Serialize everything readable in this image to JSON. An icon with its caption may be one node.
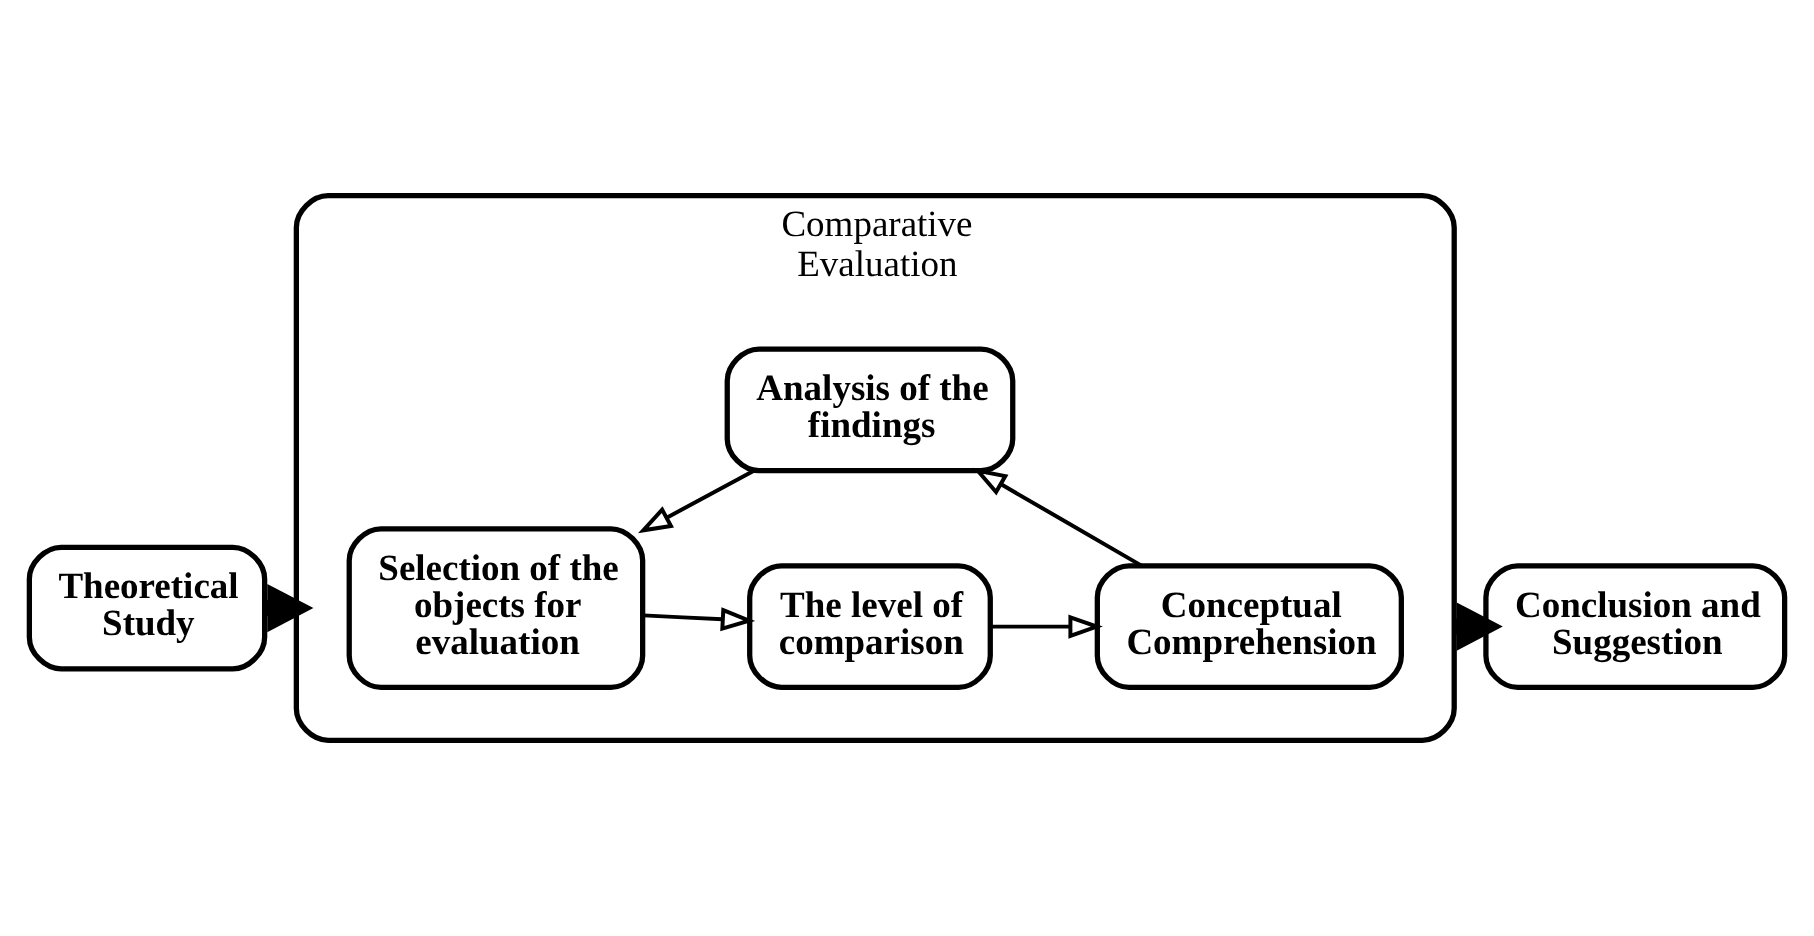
{
  "diagram": {
    "nodes": [
      {
        "text": [
          "Theoretical Study"
        ]
      },
      {
        "text": [
          "Comparative Evaluation"
        ]
      },
      {
        "text": [
          "Selection of the objects for evaluation"
        ],
        "in": 1
      },
      {
        "text": [
          "The level of comparison"
        ],
        "in": 1
      },
      {
        "text": [
          "Conceptual Comprehension"
        ],
        "in": 1
      },
      {
        "text": [
          "Analysis of the findings"
        ],
        "in": 1
      },
      {
        "text": [
          "Conclusion and Suggestion"
        ]
      }
    ],
    "edges": [
      {
        "from": 0,
        "to": 1,
        "arrow": "to",
        "style": "thick"
      },
      {
        "from": 2,
        "to": 3,
        "arrow": "to"
      },
      {
        "from": 3,
        "to": 4,
        "arrow": "to"
      },
      {
        "from": 4,
        "to": 5,
        "arrow": "to"
      },
      {
        "from": 5,
        "to": 2,
        "arrow": "to"
      },
      {
        "from": 1,
        "to": 6,
        "arrow": "to",
        "style": "thick"
      }
    ]
  }
}
